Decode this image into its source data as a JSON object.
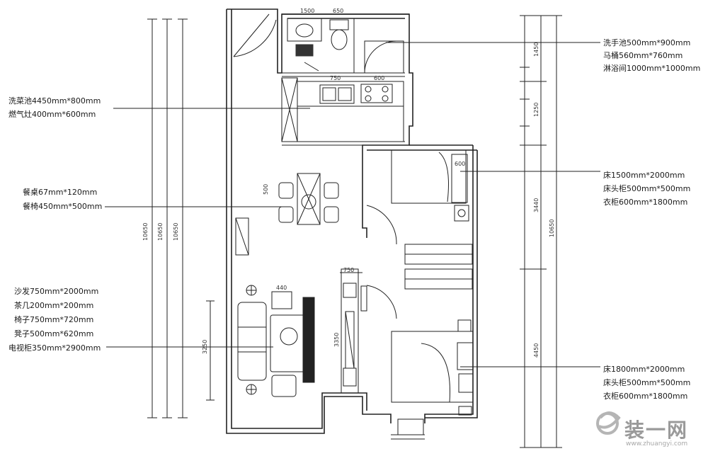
{
  "watermark": {
    "brand": "装一网",
    "url": "www.zhuangyi.com"
  },
  "annotations": {
    "bathroom": [
      "洗手池500mm*900mm",
      "马桶560mm*760mm",
      "淋浴间1000mm*1000mm"
    ],
    "kitchen": [
      "洗菜池4450mm*800mm",
      "燃气灶400mm*600mm"
    ],
    "dining": [
      "餐桌67mm*120mm",
      "餐椅450mm*500mm"
    ],
    "living": [
      "沙发750mm*2000mm",
      "茶几200mm*200mm",
      "椅子750mm*720mm",
      "凳子500mm*620mm",
      "电视柜350mm*2900mm"
    ],
    "bedroom_small": [
      "床1500mm*2000mm",
      "床头柜500mm*500mm",
      "衣柜600mm*1800mm"
    ],
    "bedroom_main": [
      "床1800mm*2000mm",
      "床头柜500mm*500mm",
      "衣柜600mm*1800mm"
    ]
  },
  "dimensions": {
    "left_total": [
      "10650",
      "10650",
      "10650"
    ],
    "right_total": "10650",
    "right_segments": [
      "1450",
      "1250",
      "3440",
      "4450"
    ],
    "sofa_zone": "3250",
    "tv_wall": "3350",
    "small": [
      "1500",
      "650",
      "750",
      "600",
      "440",
      "750",
      "500",
      "600"
    ]
  }
}
